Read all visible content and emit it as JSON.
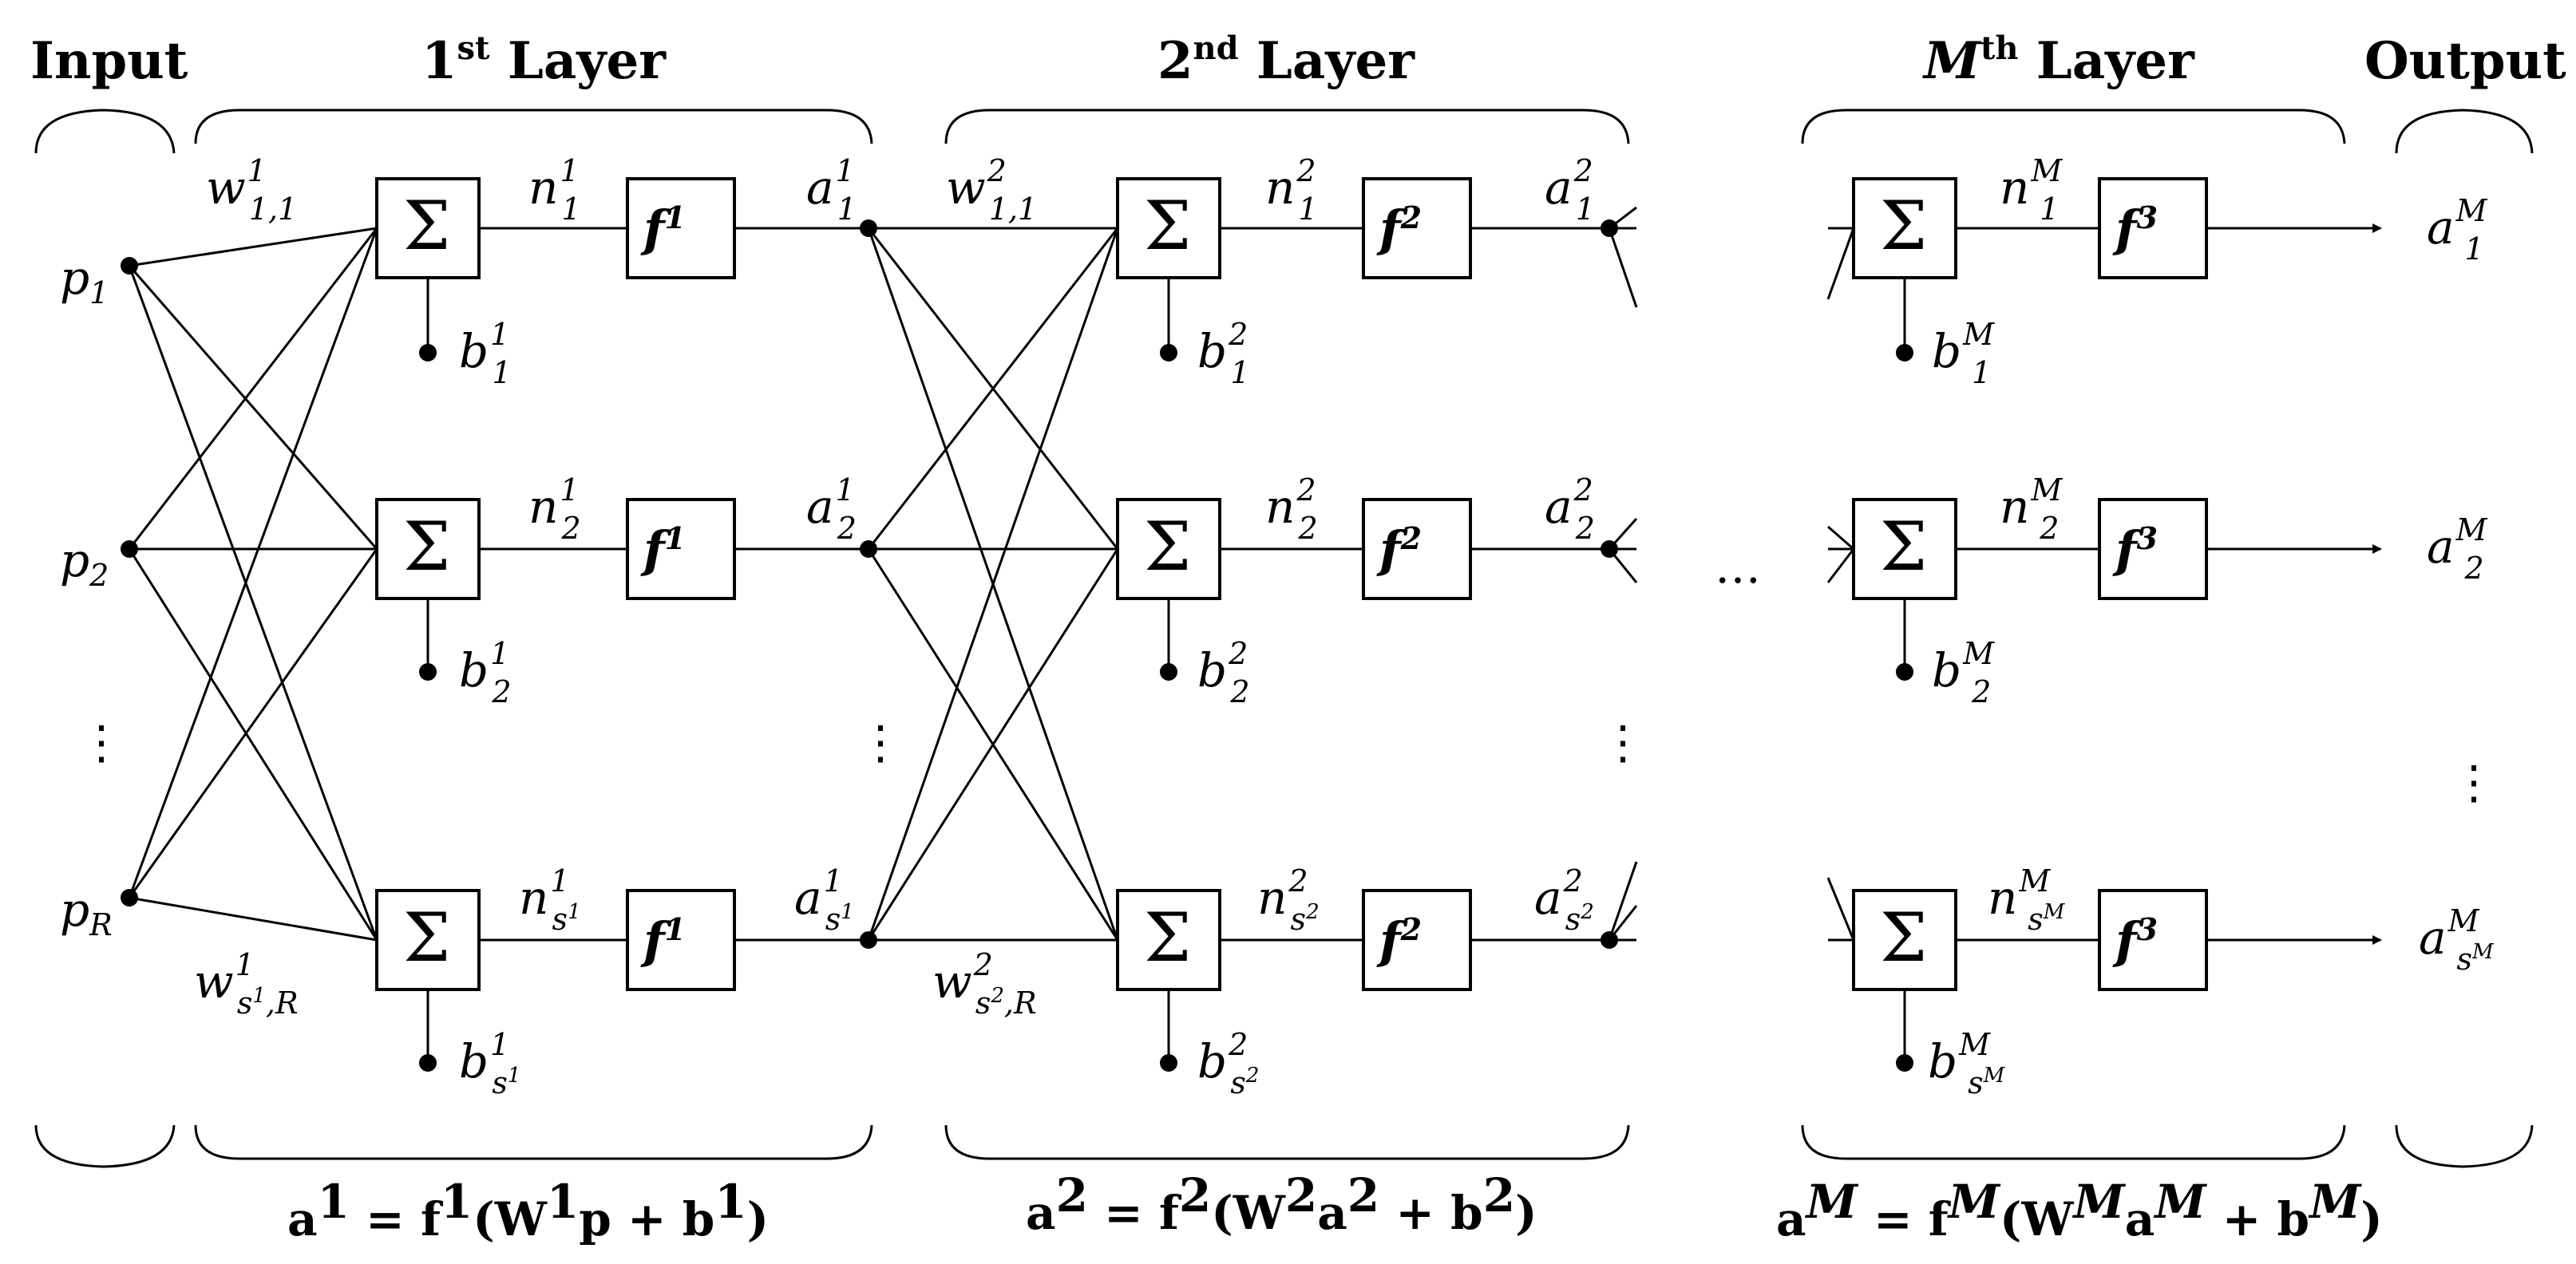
{
  "headers": {
    "input": "Input",
    "layer1": "1",
    "layer1_sup": "st",
    "layer2": "2",
    "layer2_sup": "nd",
    "layerM": "M",
    "layerM_sup": "th",
    "layer_word": " Layer",
    "output": "Output"
  },
  "inputs": {
    "p": "p",
    "p1_sub": "1",
    "p2_sub": "2",
    "pR_sub": "R"
  },
  "symbols": {
    "sum": "Σ",
    "f": "f",
    "a": "a",
    "n": "n",
    "b": "b",
    "w": "w",
    "vdots": "⋮",
    "hdots": "…"
  },
  "layer1": {
    "sup": "1",
    "w_top_sub": "1,1",
    "w_bot_sub_s": "s",
    "w_bot_sub_s_sup": "1",
    "w_bot_sub_tail": ",R",
    "row_subs": [
      "1",
      "2"
    ],
    "row3_sub": "s",
    "row3_sub_sup": "1"
  },
  "layer2": {
    "sup": "2",
    "w_top_sub": "1,1",
    "w_bot_sub_s": "s",
    "w_bot_sub_s_sup": "2",
    "w_bot_sub_tail": ",R",
    "row_subs": [
      "1",
      "2"
    ],
    "row3_sub": "s",
    "row3_sub_sup": "2"
  },
  "layerM": {
    "sup": "M",
    "f_sup": "3",
    "row_subs": [
      "1",
      "2"
    ],
    "row3_sub": "s",
    "row3_sub_sup": "M"
  },
  "equations": {
    "eq1": {
      "lhs": "a",
      "lhs_sup": "1",
      "eq": " = ",
      "f": "f",
      "f_sup": "1",
      "open": "(",
      "W": "W",
      "W_sup": "1",
      "x": "p",
      "x_sup": "",
      "plus": " + ",
      "b": "b",
      "b_sup": "1",
      "close": ")"
    },
    "eq2": {
      "lhs": "a",
      "lhs_sup": "2",
      "eq": " = ",
      "f": "f",
      "f_sup": "2",
      "open": "(",
      "W": "W",
      "W_sup": "2",
      "x": "a",
      "x_sup": "2",
      "plus": " + ",
      "b": "b",
      "b_sup": "2",
      "close": ")"
    },
    "eqM": {
      "lhs": "a",
      "lhs_sup": "M",
      "eq": " = ",
      "f": "f",
      "f_sup": "M",
      "open": "(",
      "W": "W",
      "W_sup": "M",
      "x": "a",
      "x_sup": "M",
      "plus": " + ",
      "b": "b",
      "b_sup": "M",
      "close": ")"
    }
  }
}
